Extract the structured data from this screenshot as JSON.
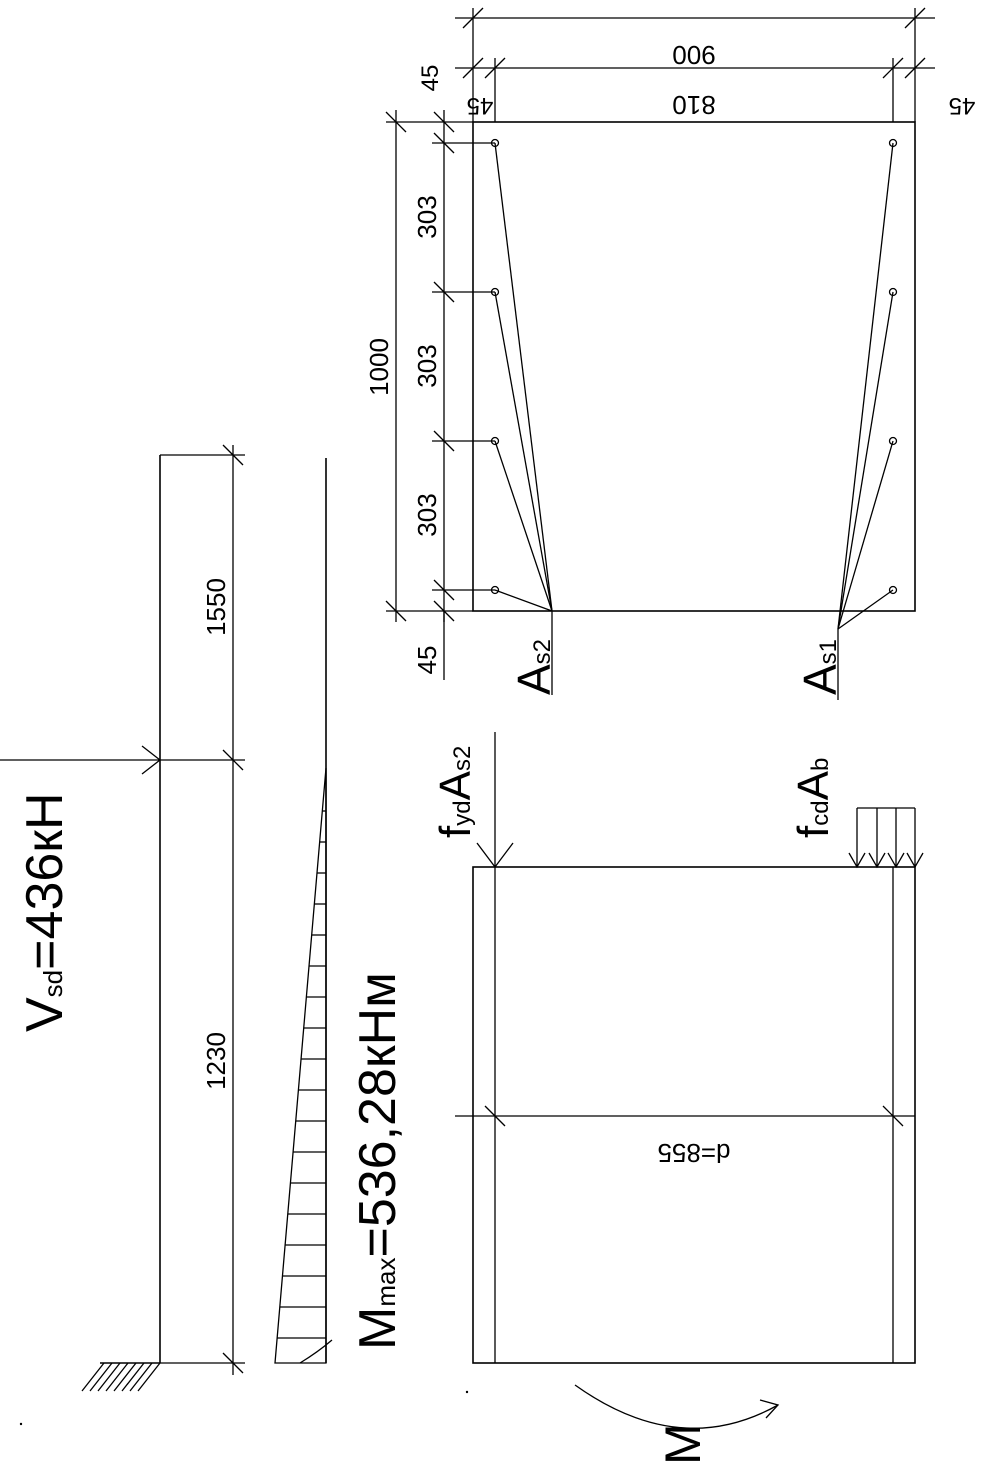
{
  "cross_section": {
    "dim_total_width": "900",
    "dim_inner_width": "810",
    "dim_edge_top_left": "45",
    "dim_edge_left": "45",
    "dim_edge_right": "45",
    "dim_edge_bottom": "45",
    "dim_height": "1000",
    "dim_spacing_1": "303",
    "dim_spacing_2": "303",
    "dim_spacing_3": "303",
    "label_as2": {
      "main": "A",
      "sub": "s2"
    },
    "label_as1": {
      "main": "A",
      "sub": "s1"
    }
  },
  "beam": {
    "dim_upper": "1550",
    "dim_lower": "1230",
    "shear_force": {
      "main": "V",
      "sub": "sd",
      "rest": "=436кН"
    },
    "max_moment": {
      "main": "M",
      "sub": "max",
      "rest": "=536,28кНм"
    }
  },
  "stress_block": {
    "force_steel": {
      "f": "f",
      "fsub": "yd",
      "a": "A",
      "asub": "s2"
    },
    "force_concrete": {
      "f": "f",
      "fsub": "cd",
      "a": "A",
      "asub": "b"
    },
    "dim_effective_depth": "d=855",
    "moment_label": "M"
  }
}
